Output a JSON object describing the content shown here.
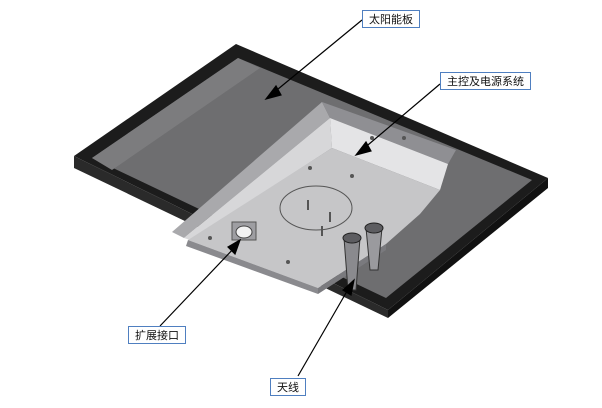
{
  "labels": {
    "solar_panel": "太阳能板",
    "main_control": "主控及电源系统",
    "expansion_port": "扩展接口",
    "antenna": "天线"
  },
  "colors": {
    "panel_frame": "#1c1c1c",
    "panel_surface": "#6e6e70",
    "housing_light": "#cfcfd1",
    "housing_mid": "#a9a9ac",
    "housing_dark": "#8a8a8e",
    "callout_border": "#4f7fc0"
  }
}
